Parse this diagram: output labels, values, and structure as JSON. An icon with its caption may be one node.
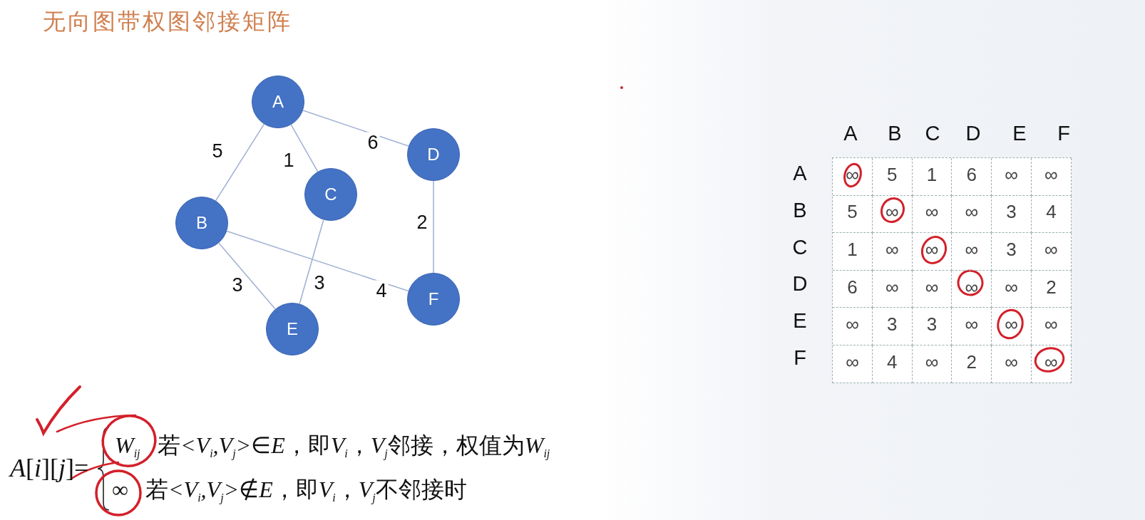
{
  "diagram": {
    "title": "无向图带权图邻接矩阵",
    "nodes": [
      {
        "text": [
          "A"
        ]
      },
      {
        "text": [
          "B"
        ]
      },
      {
        "text": [
          "C"
        ]
      },
      {
        "text": [
          "D"
        ]
      },
      {
        "text": [
          "E"
        ]
      },
      {
        "text": [
          "F"
        ]
      }
    ],
    "edges": [
      {
        "from": 0,
        "to": 1,
        "arrow": "none",
        "label": "5"
      },
      {
        "from": 0,
        "to": 2,
        "arrow": "none",
        "label": "1"
      },
      {
        "from": 0,
        "to": 3,
        "arrow": "none",
        "label": "6"
      },
      {
        "from": 3,
        "to": 5,
        "arrow": "none",
        "label": "2"
      },
      {
        "from": 1,
        "to": 5,
        "arrow": "none",
        "label": "4"
      },
      {
        "from": 1,
        "to": 4,
        "arrow": "none",
        "label": "3"
      },
      {
        "from": 2,
        "to": 4,
        "arrow": "none",
        "label": "3"
      }
    ],
    "labels": [
      "A",
      "B",
      "C",
      "D",
      "E",
      "F",
      "A",
      "∞",
      "5",
      "1",
      "6",
      "∞",
      "∞",
      "B",
      "5",
      "∞",
      "∞",
      "∞",
      "3",
      "4",
      "C",
      "1",
      "∞",
      "∞",
      "∞",
      "3",
      "∞",
      "D",
      "6",
      "∞",
      "∞",
      "∞",
      "∞",
      "2",
      "E",
      "∞",
      "3",
      "3",
      "∞",
      "∞",
      "∞",
      "F",
      "∞",
      "4",
      "∞",
      "2",
      "∞",
      "∞",
      "*A*[*i*][*j*]=",
      "*W*$_{ij}$",
      "若<V$_{i}$,V$_{j}$>∈E，即V$_{i}$，V$_{j}$邻接，权值为W$_{ij}$",
      "∞",
      "若<V$_{i}$,V$_{j}$>∉E，即V$_{i}$，V$_{j}$不邻接时"
    ]
  }
}
